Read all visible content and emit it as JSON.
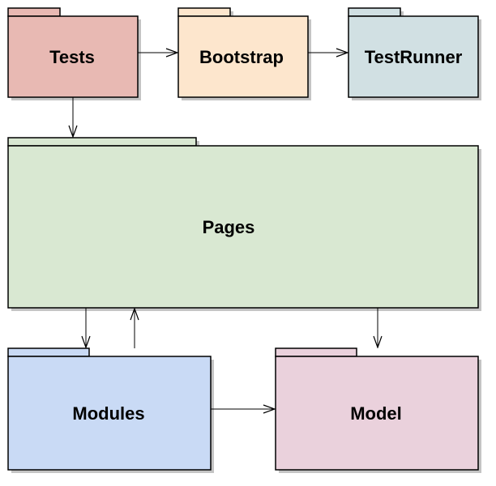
{
  "diagram": {
    "packages": {
      "tests": {
        "label": "Tests",
        "color": "#e8b9b3"
      },
      "bootstrap": {
        "label": "Bootstrap",
        "color": "#fde6cd"
      },
      "testrunner": {
        "label": "TestRunner",
        "color": "#d1e0e3"
      },
      "pages": {
        "label": "Pages",
        "color": "#d9e8d2"
      },
      "modules": {
        "label": "Modules",
        "color": "#c9daf5"
      },
      "model": {
        "label": "Model",
        "color": "#ead1dc"
      }
    },
    "dependencies": [
      {
        "from": "Tests",
        "to": "Bootstrap"
      },
      {
        "from": "Bootstrap",
        "to": "TestRunner"
      },
      {
        "from": "Tests",
        "to": "Pages"
      },
      {
        "from": "Pages",
        "to": "Modules"
      },
      {
        "from": "Modules",
        "to": "Pages"
      },
      {
        "from": "Pages",
        "to": "Model"
      },
      {
        "from": "Modules",
        "to": "Model"
      }
    ]
  }
}
